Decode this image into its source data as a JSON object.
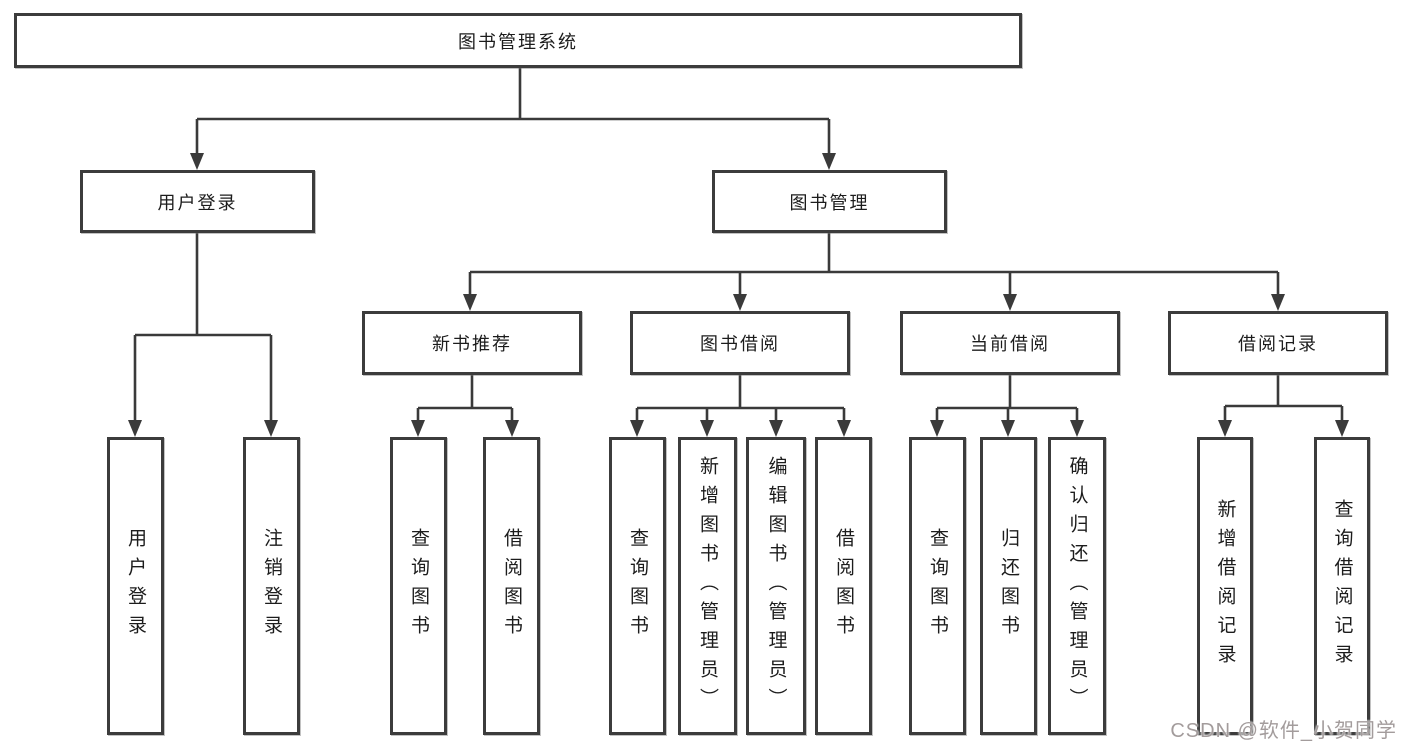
{
  "colors": {
    "line": "#3a3a3a",
    "box-border": "#3c3c3c",
    "box-bg": "#ffffff",
    "text": "#1c1c1c",
    "watermark": "#a39c9c"
  },
  "tree": {
    "root": {
      "label": "图书管理系统",
      "children": [
        {
          "label": "用户登录",
          "children": [
            {
              "label": "用户登录"
            },
            {
              "label": "注销登录"
            }
          ]
        },
        {
          "label": "图书管理",
          "children": [
            {
              "label": "新书推荐",
              "children": [
                {
                  "label": "查询图书"
                },
                {
                  "label": "借阅图书"
                }
              ]
            },
            {
              "label": "图书借阅",
              "children": [
                {
                  "label": "查询图书"
                },
                {
                  "label": "新增图书（管理员）"
                },
                {
                  "label": "编辑图书（管理员）"
                },
                {
                  "label": "借阅图书"
                }
              ]
            },
            {
              "label": "当前借阅",
              "children": [
                {
                  "label": "查询图书"
                },
                {
                  "label": "归还图书"
                },
                {
                  "label": "确认归还（管理员）"
                }
              ]
            },
            {
              "label": "借阅记录",
              "children": [
                {
                  "label": "新增借阅记录"
                },
                {
                  "label": "查询借阅记录"
                }
              ]
            }
          ]
        }
      ]
    }
  },
  "watermark": {
    "text": "CSDN @软件_小贺同学"
  }
}
